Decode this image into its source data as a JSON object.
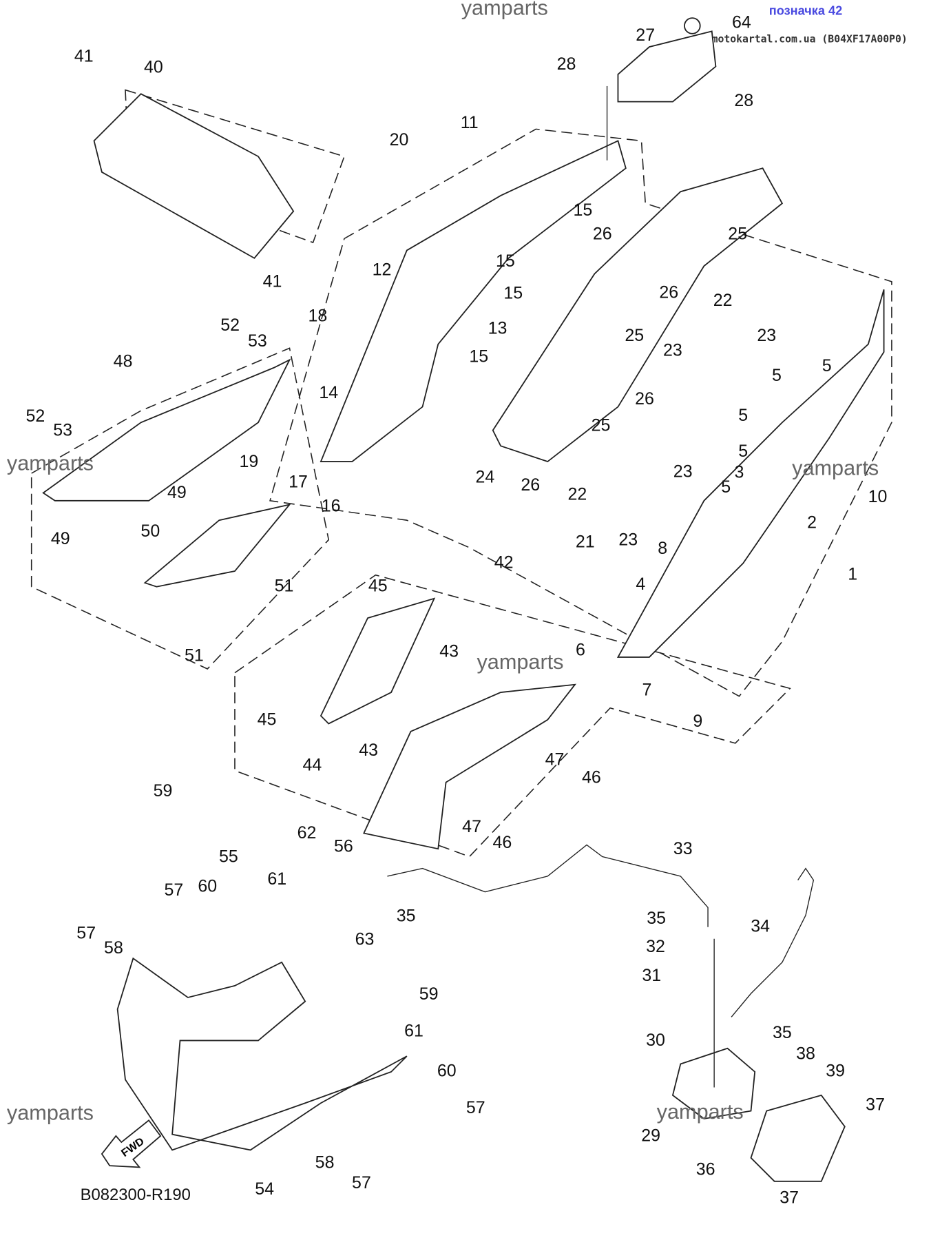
{
  "header": {
    "badge": "позначка 42",
    "source": "motokartal.com.ua (B04XF17A00P0)",
    "badge_color": "#4a4ae0"
  },
  "watermark": "yamparts",
  "diagram_code": "B082300-R190",
  "fwd_label": "FWD",
  "labels": [
    "41",
    "40",
    "27",
    "64",
    "28",
    "28",
    "11",
    "20",
    "15",
    "26",
    "25",
    "12",
    "15",
    "15",
    "26",
    "22",
    "41",
    "18",
    "13",
    "25",
    "23",
    "23",
    "5",
    "52",
    "53",
    "48",
    "15",
    "14",
    "5",
    "26",
    "52",
    "53",
    "5",
    "25",
    "19",
    "17",
    "24",
    "23",
    "5",
    "3",
    "10",
    "49",
    "16",
    "26",
    "22",
    "5",
    "2",
    "49",
    "50",
    "21",
    "23",
    "8",
    "1",
    "42",
    "45",
    "51",
    "4",
    "51",
    "6",
    "43",
    "7",
    "9",
    "45",
    "44",
    "47",
    "46",
    "43",
    "59",
    "55",
    "62",
    "56",
    "47",
    "46",
    "33",
    "35",
    "61",
    "57",
    "60",
    "35",
    "34",
    "32",
    "31",
    "57",
    "58",
    "63",
    "59",
    "61",
    "30",
    "35",
    "38",
    "39",
    "60",
    "57",
    "37",
    "29",
    "58",
    "57",
    "36",
    "54",
    "37"
  ]
}
